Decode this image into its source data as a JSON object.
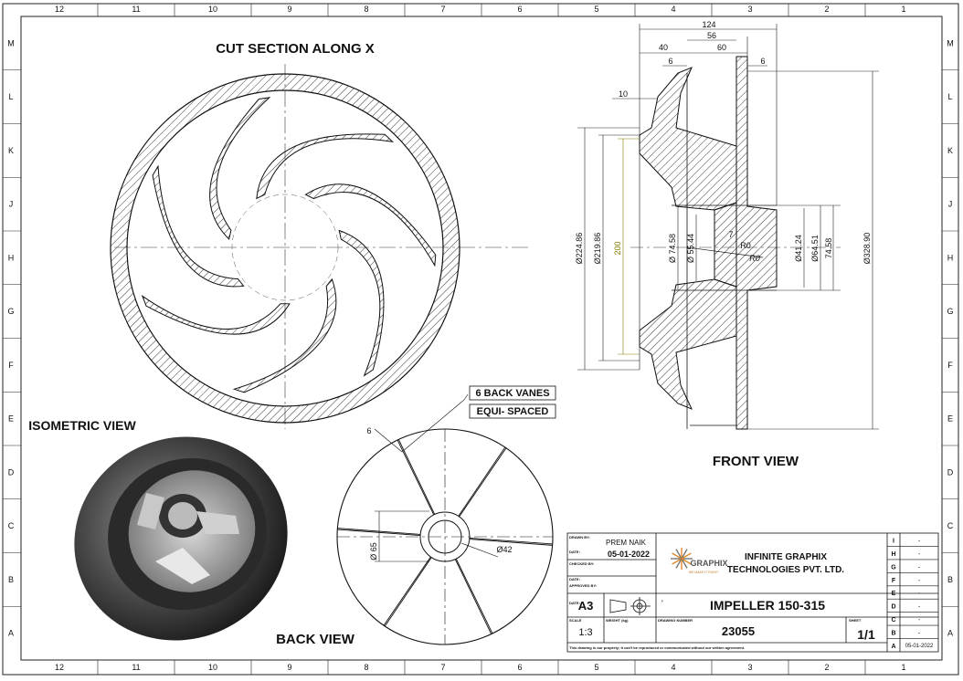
{
  "border": {
    "columns": [
      "12",
      "11",
      "10",
      "9",
      "8",
      "7",
      "6",
      "5",
      "4",
      "3",
      "2",
      "1"
    ],
    "rows": [
      "M",
      "L",
      "K",
      "J",
      "H",
      "G",
      "F",
      "E",
      "D",
      "C",
      "B",
      "A"
    ]
  },
  "views": {
    "cut_section": "CUT SECTION ALONG X",
    "isometric": "ISOMETRIC VIEW",
    "back": "BACK VIEW",
    "front": "FRONT  VIEW"
  },
  "annotations": {
    "back_vanes": "6 BACK VANES",
    "equi_spaced": "EQUI- SPACED"
  },
  "front_dims": {
    "d124": "124",
    "d56": "56",
    "d40": "40",
    "d60": "60",
    "d6a": "6",
    "d6b": "6",
    "d10": "10",
    "dia224": "Ø224.86",
    "dia219": "Ø219.86",
    "d200": "200",
    "dia74l": "Ø 74.58",
    "dia55": "Ø 55.44",
    "d7": "7",
    "r0a": "R0",
    "r0b": "R0",
    "dia41": "Ø41.24",
    "dia64": "Ø64.51",
    "d7458": "74.58",
    "dia328": "Ø328.90"
  },
  "back_dims": {
    "d6": "6",
    "dia65": "Ø 65",
    "dia42": "Ø42"
  },
  "title_block": {
    "drawn_by_label": "DRAWN BY:",
    "drawn_by": "PREM NAIK",
    "date_label": "DATE:",
    "date": "05-01-2022",
    "checked_label": "CHECKED BY:",
    "date2_label": "DATE:",
    "approved_label": "APPROVED BY:",
    "date3_label": "DATE:",
    "logo": "GRAPHIX",
    "logo_tag": "WE MAKE IT RIGHT",
    "company_line1": "INFINITE GRAPHIX",
    "company_line2": "TECHNOLOGIES PVT. LTD.",
    "size": "A3",
    "title_mark": "'",
    "title": "IMPELLER 150-315",
    "scale_label": "SCALE",
    "scale": "1:3",
    "weight_label": "WEIGHT (kg)",
    "drawing_number_label": "DRAWING NUMBER",
    "drawing_number": "23055",
    "sheet_label": "SHEET",
    "sheet": "1/1",
    "footer": "This drawing is our property; it can't be reproduced or communicated without our written agreement.",
    "revisions": [
      "I",
      "H",
      "G",
      "F",
      "E",
      "D",
      "C",
      "B",
      "A"
    ],
    "revision_values": [
      "-",
      "-",
      "-",
      "-",
      "-",
      "-",
      "-",
      "-"
    ],
    "revision_date": "05-01-2022"
  }
}
